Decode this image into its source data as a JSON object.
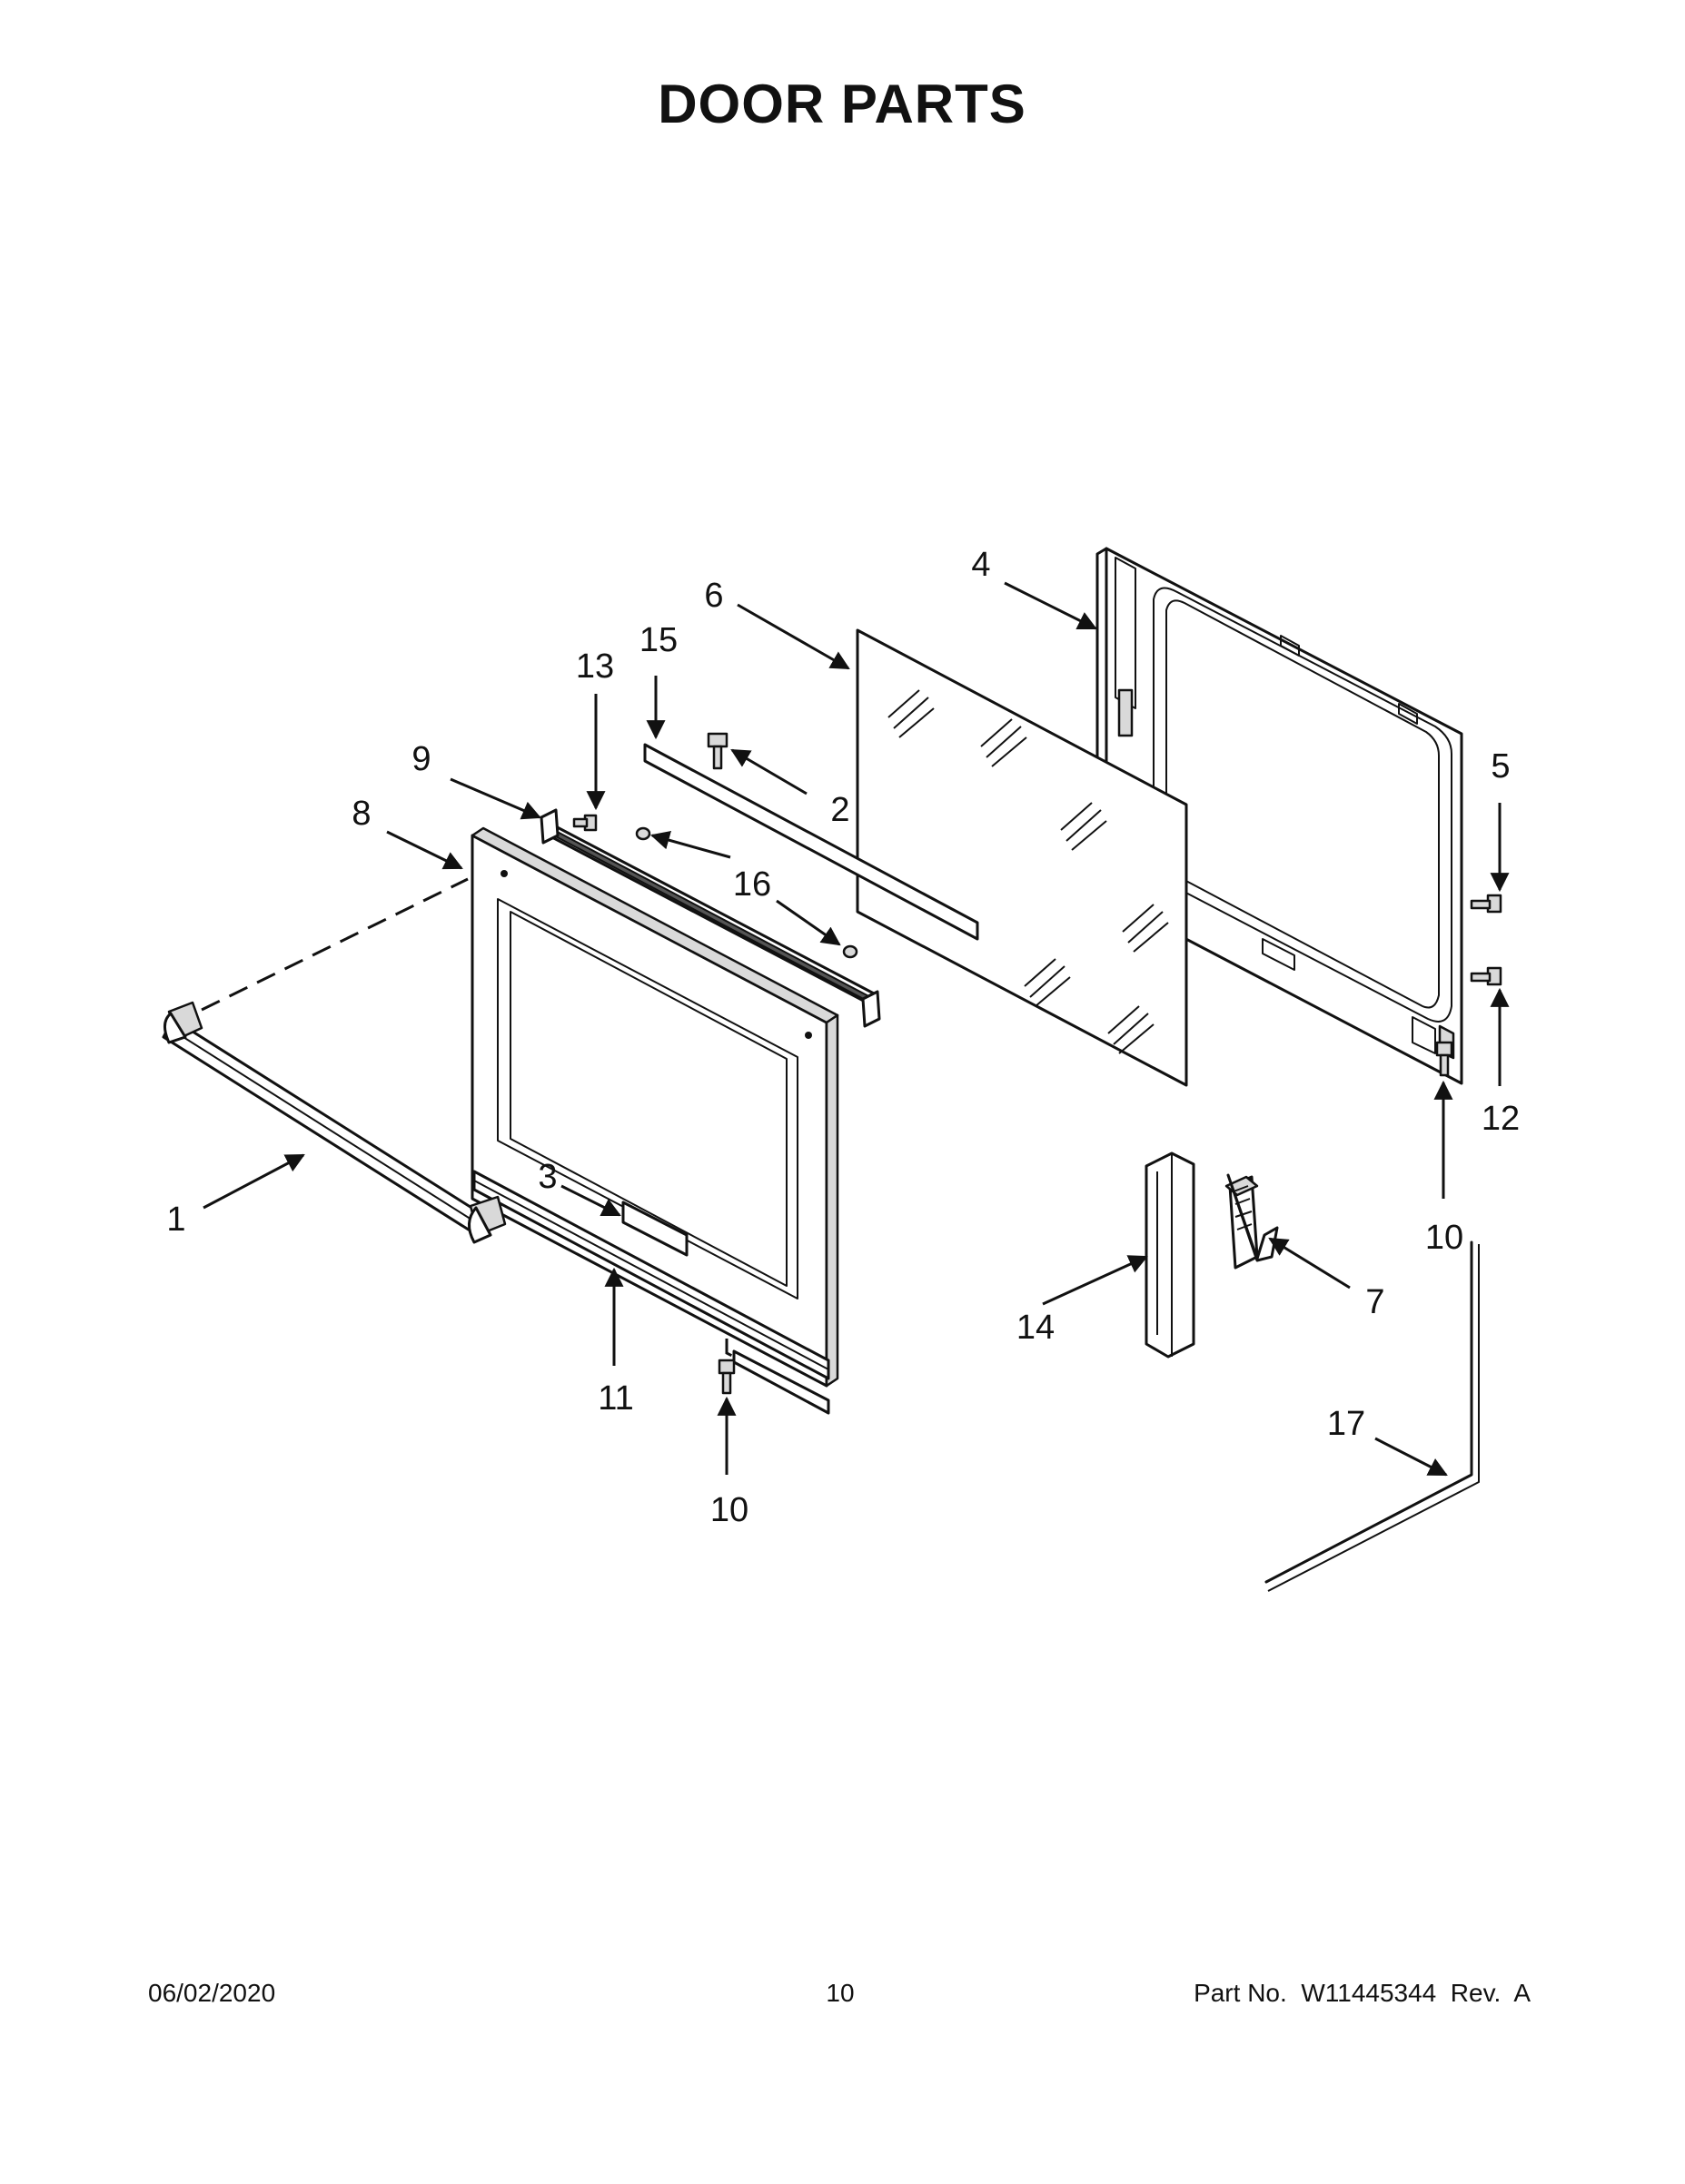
{
  "header": {
    "title": "DOOR PARTS"
  },
  "callouts": [
    "1",
    "2",
    "3",
    "4",
    "5",
    "6",
    "7",
    "8",
    "9",
    "10",
    "10",
    "11",
    "12",
    "13",
    "14",
    "15",
    "16",
    "17"
  ],
  "footer": {
    "date": "06/02/2020",
    "page_number": "10",
    "part_number": "Part No.  W11445344  Rev.  A"
  },
  "colors": {
    "ink": "#111111",
    "paper": "#ffffff",
    "shade": "#d9d9d9"
  }
}
